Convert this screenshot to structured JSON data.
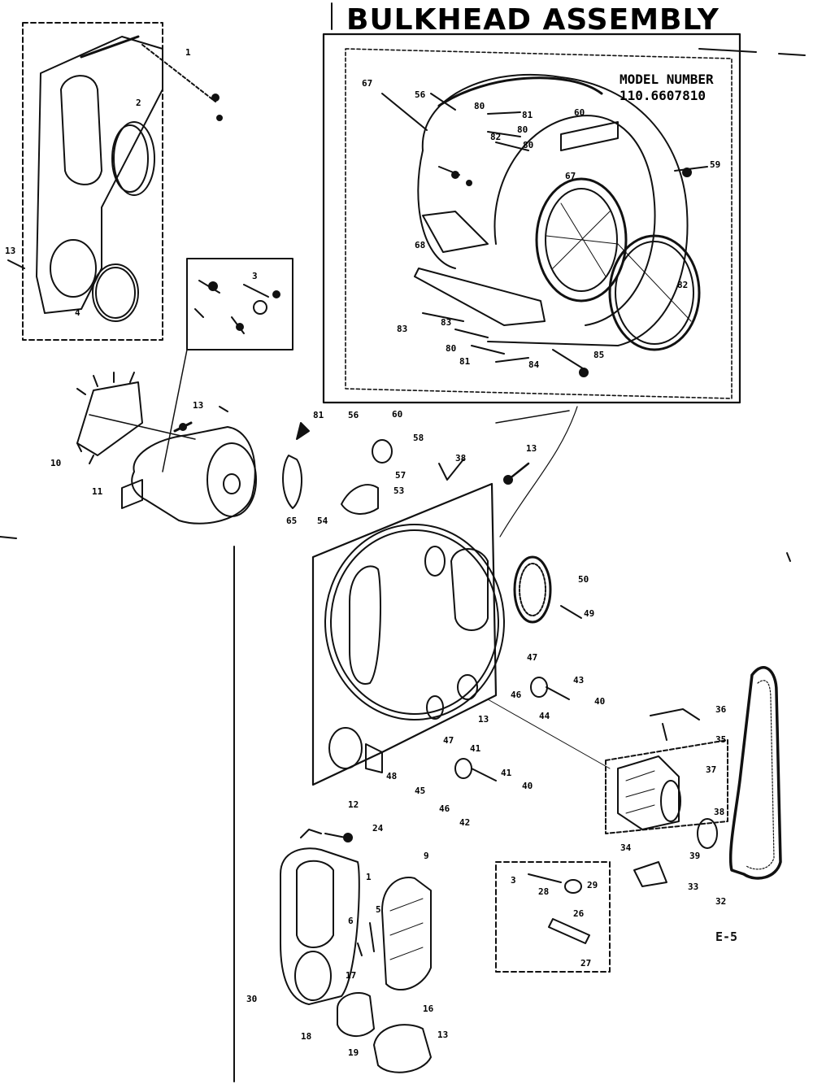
{
  "title": "BULKHEAD ASSEMBLY",
  "model_label": "MODEL NUMBER",
  "model_number": "110.6607810",
  "page_id": "E-5",
  "part_numbers": {
    "p67a": "67",
    "p56a": "56",
    "p80a": "80",
    "p81a": "81",
    "p60a": "60",
    "p82a": "82",
    "p80b": "80",
    "p80c": "80",
    "p67b": "67",
    "p59": "59",
    "p68": "68",
    "p82b": "82",
    "p83a": "83",
    "p83b": "83",
    "p80d": "80",
    "p81b": "81",
    "p84": "84",
    "p85": "85",
    "p1": "1",
    "p2": "2",
    "p13a": "13",
    "p4": "4",
    "p3": "3",
    "p13b": "13",
    "p10": "10",
    "p11": "11",
    "p81c": "81",
    "p56b": "56",
    "p60b": "60",
    "p58": "58",
    "p57": "57",
    "p53": "53",
    "p38": "38",
    "p13c": "13",
    "p65": "65",
    "p54": "54",
    "p50": "50",
    "p49": "49",
    "p47a": "47",
    "p46": "46",
    "p43": "43",
    "p40a": "40",
    "p44": "44",
    "p13d": "13",
    "p47b": "47",
    "p41a": "41",
    "p45": "45",
    "p48": "48",
    "p41b": "41",
    "p40b": "40",
    "p42": "42",
    "p46b": "46",
    "p36": "36",
    "p35": "35",
    "p37": "37",
    "p38b": "38",
    "p34": "34",
    "p39": "39",
    "p33": "33",
    "p32": "32",
    "p12": "12",
    "p24": "24",
    "p1b": "1",
    "p9": "9",
    "p5": "5",
    "p6": "6",
    "p30": "30",
    "p17": "17",
    "p16": "16",
    "p18": "18",
    "p19": "19",
    "p13e": "13",
    "p3b": "3",
    "p28": "28",
    "p29": "29",
    "p26": "26",
    "p27": "27"
  }
}
